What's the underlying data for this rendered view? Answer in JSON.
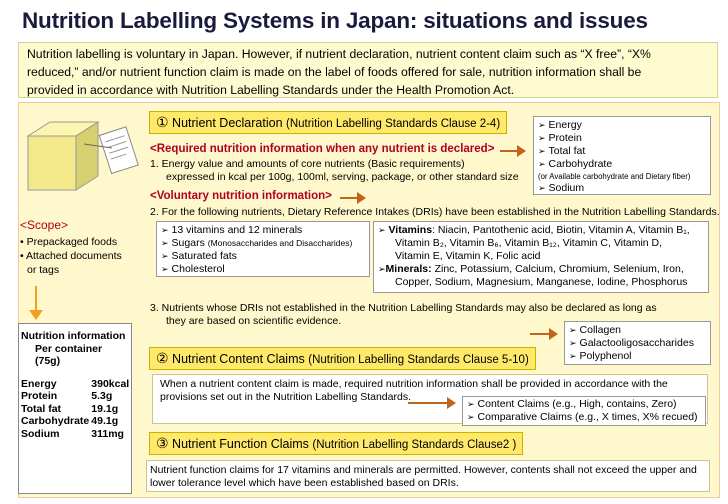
{
  "title": "Nutrition Labelling Systems in Japan: situations and issues",
  "intro": [
    "Nutrition labelling is voluntary in Japan. However, if nutrient declaration, nutrient content claim such as “X free”, “X%",
    "reduced,” and/or nutrient function claim is made on the label of foods offered for sale, nutrition information shall be",
    "provided in accordance with Nutrition Labelling Standards under the Health Promotion Act."
  ],
  "scope": {
    "heading": "<Scope>",
    "items": [
      "• Prepackaged foods",
      "• Attached documents",
      "or tags"
    ]
  },
  "nutrition_info": {
    "heading": "Nutrition information",
    "per": "Per container (75g)",
    "rows": [
      {
        "name": "Energy",
        "value": "390kcal"
      },
      {
        "name": "Protein",
        "value": "5.3g"
      },
      {
        "name": "Total fat",
        "value": "19.1g"
      },
      {
        "name": "Carbohydrate",
        "value": "49.1g"
      },
      {
        "name": "Sodium",
        "value": "311mg"
      }
    ]
  },
  "sec1": {
    "num": "①",
    "title": "Nutrient Declaration",
    "ref": "(Nutrition Labelling Standards Clause 2-4)",
    "required": "<Required nutrition information when any nutrient is declared>",
    "p1a": "1. Energy value and amounts of core nutrients (Basic requirements)",
    "p1b": "expressed in kcal per 100g, 100ml, serving, package, or other standard size",
    "core": [
      "Energy",
      "Protein",
      "Total fat",
      "Carbohydrate"
    ],
    "core_note": "(or Available carbohydrate and Dietary fiber)",
    "core_last": "Sodium",
    "voluntary": "<Voluntary nutrition information>",
    "p2": "2. For the following nutrients, Dietary Reference Intakes (DRIs) have been established in the Nutrition Labelling Standards.",
    "list_a": [
      "13 vitamins and 12 minerals",
      "Sugars",
      "Saturated fats",
      "Cholesterol"
    ],
    "sugars_note": "(Monosaccharides and Disaccharides)",
    "vit_label": "Vitamins",
    "vit_lines": [
      ": Niacin, Pantothenic acid, Biotin, Vitamin A, Vitamin B₁,",
      "Vitamin B₂, Vitamin B₆, Vitamin B₁₂, Vitamin C, Vitamin D,",
      "Vitamin E,  Vitamin K, Folic acid"
    ],
    "min_label": "Minerals:",
    "min_lines": [
      " Zinc,  Potassium, Calcium, Chromium, Selenium, Iron,",
      "Copper, Sodium, Magnesium, Manganese, Iodine, Phosphorus"
    ],
    "p3a": "3. Nutrients whose DRIs not established in the Nutrition Labelling Standards may also be declared as long as",
    "p3b": "they are based on scientific evidence.",
    "others": [
      "Collagen",
      "Galactooligosaccharides",
      "Polyphenol"
    ]
  },
  "sec2": {
    "num": "②",
    "title": "Nutrient Content Claims",
    "ref": "(Nutrition Labelling Standards Clause 5-10)",
    "text_a": "When a nutrient content claim is made, required nutrition information shall be provided in accordance with the",
    "text_b": "provisions set out in the Nutrition Labelling Standards.",
    "claims": [
      "Content Claims (e.g., High, contains, Zero)",
      "Comparative Claims (e.g., X times, X% recued)"
    ]
  },
  "sec3": {
    "num": "③",
    "title": "Nutrient Function Claims",
    "ref": "(Nutrition Labelling Standards Clause2 )",
    "text_a": "Nutrient function claims for 17 vitamins and minerals are permitted. However, contents shall not exceed the upper and",
    "text_b": "lower tolerance level which have been established based on DRIs."
  },
  "colors": {
    "panel": "#fff8cc",
    "head": "#ffe96a",
    "required": "#b00020",
    "arrow": "#c0651a"
  }
}
